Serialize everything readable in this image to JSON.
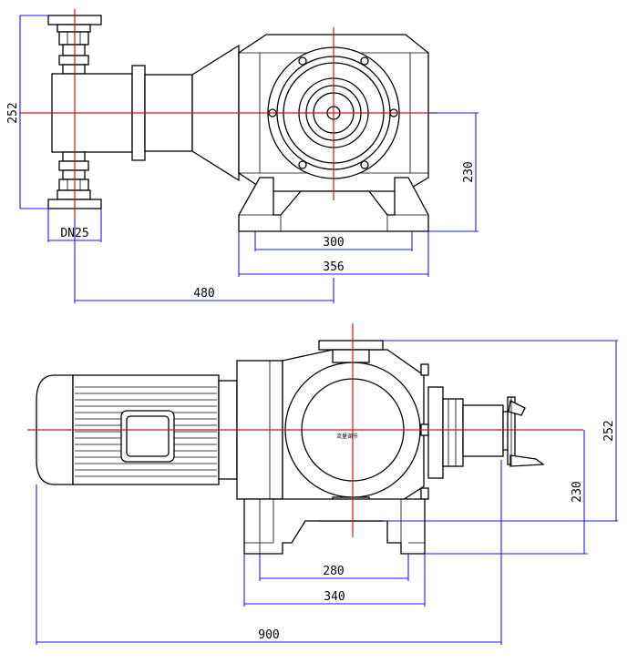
{
  "drawing_title": "Pump outline dimension drawing",
  "top_view": {
    "dimensions": {
      "height_left": "252",
      "pipe_size": "DN25",
      "center_height": "230",
      "foot_inner": "300",
      "foot_outer": "356",
      "center_offset": "480"
    }
  },
  "bottom_view": {
    "dimensions": {
      "height_right": "252",
      "center_height": "230",
      "foot_inner": "280",
      "foot_outer": "340",
      "overall_length": "900"
    },
    "nameplate_text": "流量调节"
  },
  "colors": {
    "outline": "#000000",
    "centerline": "#e01010",
    "dimension": "#1a1aff"
  }
}
